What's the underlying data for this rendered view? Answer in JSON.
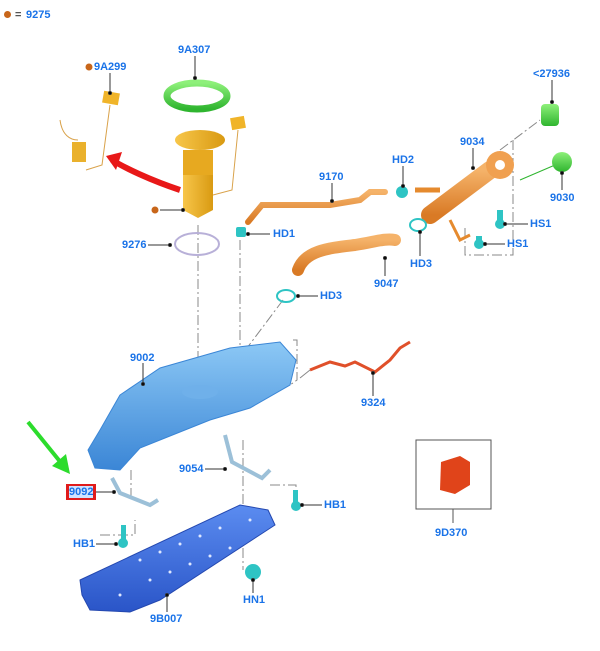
{
  "legend": {
    "marker": "orange-dot",
    "equals": "=",
    "part": "9275",
    "marker_color": "#c8661a"
  },
  "label_color": "#1a73e8",
  "parts": [
    {
      "id": "9A299",
      "name": "fuel-level-sender",
      "color": "#f0b429",
      "has_dot": true
    },
    {
      "id": "9A307",
      "name": "lock-ring",
      "color": "#4cd44c"
    },
    {
      "id": "9276",
      "name": "fuel-pump-seal",
      "color": "#b8b0d8"
    },
    {
      "id": "HD1",
      "name": "hose-clamp",
      "color": "#2ec4c4"
    },
    {
      "id": "9170",
      "name": "fuel-vapor-hose",
      "color": "#e58a2e"
    },
    {
      "id": "HD2",
      "name": "hose-clamp",
      "color": "#2ec4c4"
    },
    {
      "id": "9034",
      "name": "filler-pipe",
      "color": "#e58a2e"
    },
    {
      "id": "<27936",
      "name": "filler-cap-housing",
      "color": "#4cd44c"
    },
    {
      "id": "9030",
      "name": "filler-cap",
      "color": "#4cd44c"
    },
    {
      "id": "HS1",
      "name": "screw",
      "color": "#2ec4c4"
    },
    {
      "id": "HS1",
      "name": "screw",
      "color": "#2ec4c4"
    },
    {
      "id": "HD3",
      "name": "hose-clamp",
      "color": "#2ec4c4"
    },
    {
      "id": "9047",
      "name": "filler-hose",
      "color": "#e58a2e"
    },
    {
      "id": "HD3",
      "name": "hose-clamp",
      "color": "#2ec4c4"
    },
    {
      "id": "9002",
      "name": "fuel-tank",
      "color": "#4a9ee0"
    },
    {
      "id": "9324",
      "name": "fuel-line",
      "color": "#e0502a"
    },
    {
      "id": "9054",
      "name": "tank-strap",
      "color": "#9cc0d8"
    },
    {
      "id": "9092",
      "name": "tank-strap",
      "color": "#9cc0d8",
      "highlighted": true
    },
    {
      "id": "HB1",
      "name": "bolt",
      "color": "#2ec4c4"
    },
    {
      "id": "HB1",
      "name": "bolt",
      "color": "#2ec4c4"
    },
    {
      "id": "9D370",
      "name": "fuel-vapor-valve-inset",
      "color": "#e0441a"
    },
    {
      "id": "HN1",
      "name": "nut",
      "color": "#2ec4c4"
    },
    {
      "id": "9B007",
      "name": "tank-shield",
      "color": "#3a6fe0"
    }
  ],
  "annotations": {
    "red_arrow": "points-from-pump-to-sender",
    "green_arrow": "points-to-9092"
  }
}
